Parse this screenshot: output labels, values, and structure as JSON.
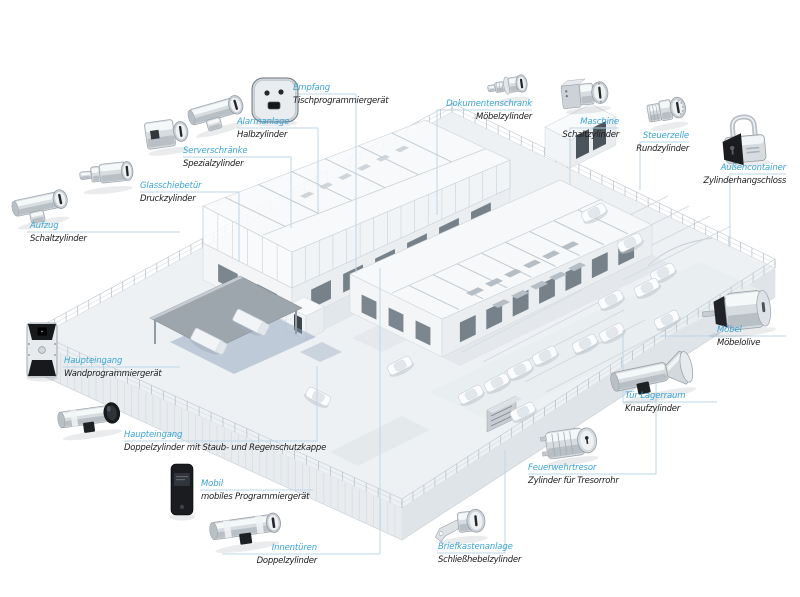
{
  "colors": {
    "accent": "#3ba4d5",
    "label": "#1b1b1b",
    "connector": "#b9d5e6",
    "platform": "#eef1f4",
    "building": "#f3f5f7",
    "window": "#6d7780"
  },
  "callouts": [
    {
      "id": "empfang",
      "location": "Empfang",
      "product": "Tischprogrammiergerät"
    },
    {
      "id": "alarmanlage",
      "location": "Alarmanlage",
      "product": "Halbzylinder"
    },
    {
      "id": "serverschraenke",
      "location": "Serverschränke",
      "product": "Spezialzylinder"
    },
    {
      "id": "glasschiebetuer",
      "location": "Glasschiebetür",
      "product": "Druckzylinder"
    },
    {
      "id": "aufzug",
      "location": "Aufzug",
      "product": "Schaltzylinder"
    },
    {
      "id": "haupteingang-wand",
      "location": "Haupteingang",
      "product": "Wandprogrammiergerät"
    },
    {
      "id": "haupteingang-doppel",
      "location": "Haupteingang",
      "product": "Doppelzylinder mit Staub- und Regenschutzkappe"
    },
    {
      "id": "mobil",
      "location": "Mobil",
      "product": "mobiles Programmiergerät"
    },
    {
      "id": "innentueren",
      "location": "Innentüren",
      "product": "Doppelzylinder"
    },
    {
      "id": "briefkastenanlage",
      "location": "Briefkastenanlage",
      "product": "Schließhebelzylinder"
    },
    {
      "id": "feuerwehrtresor",
      "location": "Feuerwehrtresor",
      "product": "Zylinder für Tresorrohr"
    },
    {
      "id": "tuer-lagerraum",
      "location": "Tür Lagerraum",
      "product": "Knaufzylinder"
    },
    {
      "id": "moebel",
      "location": "Möbel",
      "product": "Möbelolive"
    },
    {
      "id": "aussencontainer",
      "location": "Außencontainer",
      "product": "Zylinderhangschloss"
    },
    {
      "id": "steuerzelle",
      "location": "Steuerzelle",
      "product": "Rundzylinder"
    },
    {
      "id": "maschine",
      "location": "Maschine",
      "product": "Schaltzylinder"
    },
    {
      "id": "dokumentenschrank",
      "location": "Dokumentenschrank",
      "product": "Möbelzylinder"
    }
  ]
}
